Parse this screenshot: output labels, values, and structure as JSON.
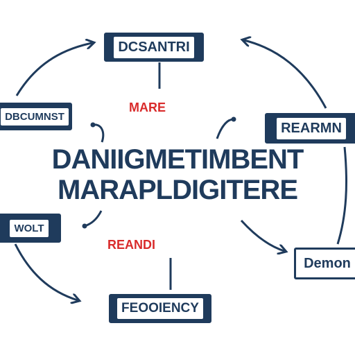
{
  "diagram": {
    "center_title_line1": "DANIIGMETIMBENT",
    "center_title_line2": "MARAPLDIGITERE",
    "nodes": {
      "top": "DCSANTRI",
      "left_top": "DBCUMNST",
      "right_top": "REARMN",
      "left_bottom": "WOLT",
      "right_bottom": "Demon",
      "bottom": "FEOOIENCY"
    },
    "annotations": {
      "upper": "MARE",
      "lower": "REANDI"
    }
  },
  "colors": {
    "primary": "#1f3b5c",
    "accent": "#d92b2b",
    "background": "#ffffff"
  }
}
